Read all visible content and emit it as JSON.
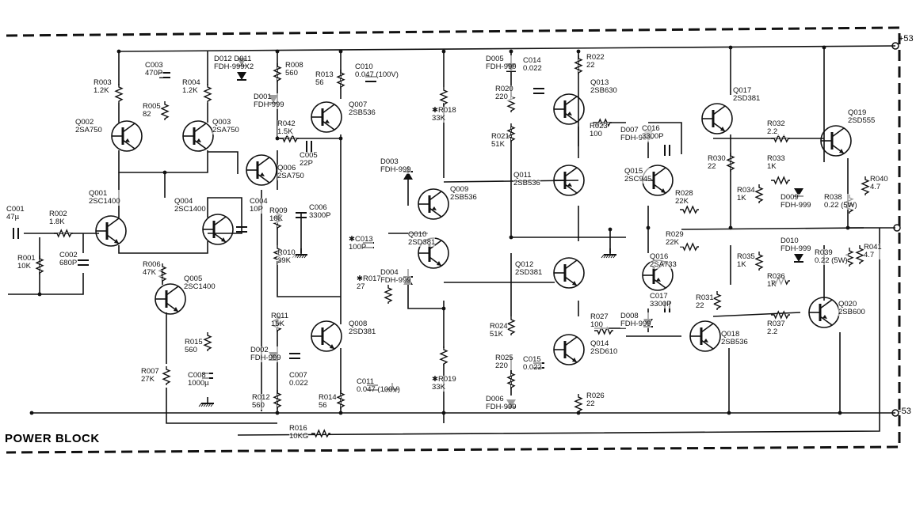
{
  "block_title": "POWER BLOCK",
  "rails": {
    "positive": "+53",
    "negative": "-53"
  },
  "components": [
    {
      "ref": "C001",
      "value": "47µ"
    },
    {
      "ref": "R001",
      "value": "10K"
    },
    {
      "ref": "R002",
      "value": "1.8K"
    },
    {
      "ref": "C002",
      "value": "680P"
    },
    {
      "ref": "Q001",
      "value": "2SC1400"
    },
    {
      "ref": "Q002",
      "value": "2SA750"
    },
    {
      "ref": "Q003",
      "value": "2SA750"
    },
    {
      "ref": "Q004",
      "value": "2SC1400"
    },
    {
      "ref": "Q005",
      "value": "2SC1400"
    },
    {
      "ref": "Q006",
      "value": "2SA750"
    },
    {
      "ref": "Q007",
      "value": "2SB536"
    },
    {
      "ref": "Q008",
      "value": "2SD381"
    },
    {
      "ref": "Q009",
      "value": "2SB536"
    },
    {
      "ref": "Q010",
      "value": "2SD381"
    },
    {
      "ref": "Q011",
      "value": "2SB536"
    },
    {
      "ref": "Q012",
      "value": "2SD381"
    },
    {
      "ref": "Q013",
      "value": "2SB630"
    },
    {
      "ref": "Q014",
      "value": "2SD610"
    },
    {
      "ref": "Q015",
      "value": "2SC945"
    },
    {
      "ref": "Q016",
      "value": "2SA733"
    },
    {
      "ref": "Q017",
      "value": "2SD381"
    },
    {
      "ref": "Q018",
      "value": "2SB536"
    },
    {
      "ref": "Q019",
      "value": "2SD555"
    },
    {
      "ref": "Q020",
      "value": "2SB600"
    },
    {
      "ref": "R003",
      "value": "1.2K"
    },
    {
      "ref": "R004",
      "value": "1.2K"
    },
    {
      "ref": "R005",
      "value": "82"
    },
    {
      "ref": "C003",
      "value": "470P"
    },
    {
      "ref": "R006",
      "value": "47K"
    },
    {
      "ref": "R007",
      "value": "27K"
    },
    {
      "ref": "R008",
      "value": "560"
    },
    {
      "ref": "R009",
      "value": "10K"
    },
    {
      "ref": "R010",
      "value": "39K"
    },
    {
      "ref": "R011",
      "value": "15K"
    },
    {
      "ref": "R012",
      "value": "560"
    },
    {
      "ref": "R013",
      "value": "56"
    },
    {
      "ref": "R014",
      "value": "56"
    },
    {
      "ref": "R015",
      "value": "560"
    },
    {
      "ref": "R016",
      "value": "10KG"
    },
    {
      "ref": "C004",
      "value": "10P"
    },
    {
      "ref": "C005",
      "value": "22P"
    },
    {
      "ref": "C006",
      "value": "3300P"
    },
    {
      "ref": "C007",
      "value": "0.022"
    },
    {
      "ref": "C008",
      "value": "1000µ"
    },
    {
      "ref": "C010",
      "value": "0.047 (100V)"
    },
    {
      "ref": "C011",
      "value": "0.047 (100V)"
    },
    {
      "ref": "R042",
      "value": "1.5K"
    },
    {
      "ref": "D012 D011",
      "value": "FDH-999X2"
    },
    {
      "ref": "D001",
      "value": "FDH-999"
    },
    {
      "ref": "D002",
      "value": "FDH-999"
    },
    {
      "ref": "D003",
      "value": "FDH-999"
    },
    {
      "ref": "D004",
      "value": "FDH-999"
    },
    {
      "ref": "D005",
      "value": "FDH-999"
    },
    {
      "ref": "D006",
      "value": "FDH-999"
    },
    {
      "ref": "D007",
      "value": "FDH-999"
    },
    {
      "ref": "D008",
      "value": "FDH-999"
    },
    {
      "ref": "D009",
      "value": "FDH-999"
    },
    {
      "ref": "D010",
      "value": "FDH-999"
    },
    {
      "ref": "✱R018",
      "value": "33K"
    },
    {
      "ref": "✱R019",
      "value": "33K"
    },
    {
      "ref": "✱R017",
      "value": "27"
    },
    {
      "ref": "✱C013",
      "value": "100P"
    },
    {
      "ref": "C014",
      "value": "0.022"
    },
    {
      "ref": "C015",
      "value": "0.022"
    },
    {
      "ref": "C016",
      "value": "3300P"
    },
    {
      "ref": "C017",
      "value": "3300P"
    },
    {
      "ref": "R020",
      "value": "220"
    },
    {
      "ref": "R021",
      "value": "51K"
    },
    {
      "ref": "R022",
      "value": "22"
    },
    {
      "ref": "R023",
      "value": "100"
    },
    {
      "ref": "R024",
      "value": "51K"
    },
    {
      "ref": "R025",
      "value": "220"
    },
    {
      "ref": "R026",
      "value": "22"
    },
    {
      "ref": "R027",
      "value": "100"
    },
    {
      "ref": "R028",
      "value": "22K"
    },
    {
      "ref": "R029",
      "value": "22K"
    },
    {
      "ref": "R030",
      "value": "22"
    },
    {
      "ref": "R031",
      "value": "22"
    },
    {
      "ref": "R032",
      "value": "2.2"
    },
    {
      "ref": "R033",
      "value": "1K"
    },
    {
      "ref": "R034",
      "value": "1K"
    },
    {
      "ref": "R035",
      "value": "1K"
    },
    {
      "ref": "R036",
      "value": "1K"
    },
    {
      "ref": "R037",
      "value": "2.2"
    },
    {
      "ref": "R038",
      "value": "0.22 (5W)"
    },
    {
      "ref": "R039",
      "value": "0.22 (5W)"
    },
    {
      "ref": "R040",
      "value": "4.7"
    },
    {
      "ref": "R041",
      "value": "4.7"
    }
  ]
}
